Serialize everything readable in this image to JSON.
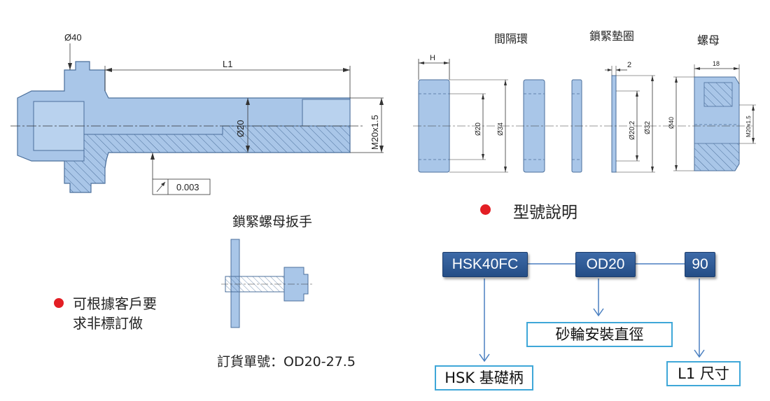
{
  "holder": {
    "dim_d40": "Ø40",
    "dim_l1": "L1",
    "dim_d20": "Ø20",
    "dim_thread": "M20x1.5",
    "runout": "0.003"
  },
  "parts": {
    "spacer_title": "間隔環",
    "washer_title": "鎖緊墊圈",
    "nut_title": "螺母",
    "dim_h": "H",
    "dim_d20": "Ø20",
    "dim_d34": "Ø34",
    "dim_2": "2",
    "dim_d202": "Ø20.2",
    "dim_d32": "Ø32",
    "dim_18": "18",
    "dim_d40": "Ø40",
    "dim_thread": "M20x1.5"
  },
  "wrench": {
    "title": "鎖緊螺母扳手",
    "order_no": "訂貨單號：OD20-27.5"
  },
  "custom_note": {
    "line1": "可根據客戶要",
    "line2": "求非標訂做"
  },
  "model": {
    "title": "型號說明",
    "code1": "HSK40FC",
    "code2": "OD20",
    "code3": "90",
    "desc1": "HSK 基礎柄",
    "desc2": "砂輪安裝直徑",
    "desc3": "L1 尺寸"
  },
  "colors": {
    "part_fill": "#a9c6e8",
    "part_stroke": "#4b6f9b",
    "bullet": "#e31e24",
    "box": "#2f5c98",
    "outline_box": "#3fa7d8",
    "arrow": "#4a7fc0"
  }
}
